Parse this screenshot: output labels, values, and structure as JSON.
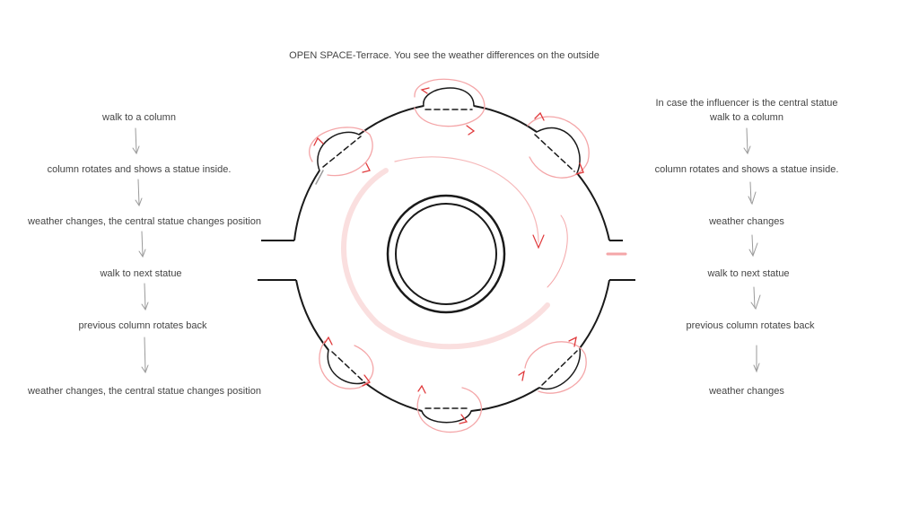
{
  "title": "OPEN SPACE-Terrace. You see the weather differences on the outside",
  "left_sequence": [
    "walk to a column",
    "column  rotates and shows a statue inside.",
    "weather changes, the central statue changes position",
    "walk to next statue",
    "previous column rotates back",
    "weather changes, the central statue changes position"
  ],
  "right_header": "In case the influencer is the central statue",
  "right_sequence": [
    "walk to a column",
    "column  rotates and shows a statue inside.",
    "weather changes",
    "walk to next statue",
    "previous column rotates back",
    "weather changes"
  ],
  "colors": {
    "ink": "#1a1a1a",
    "sketch_red": "#e0393b",
    "sketch_pink": "#f4a6a8",
    "text": "#444444",
    "arrow_gray": "#9a9a9a"
  }
}
